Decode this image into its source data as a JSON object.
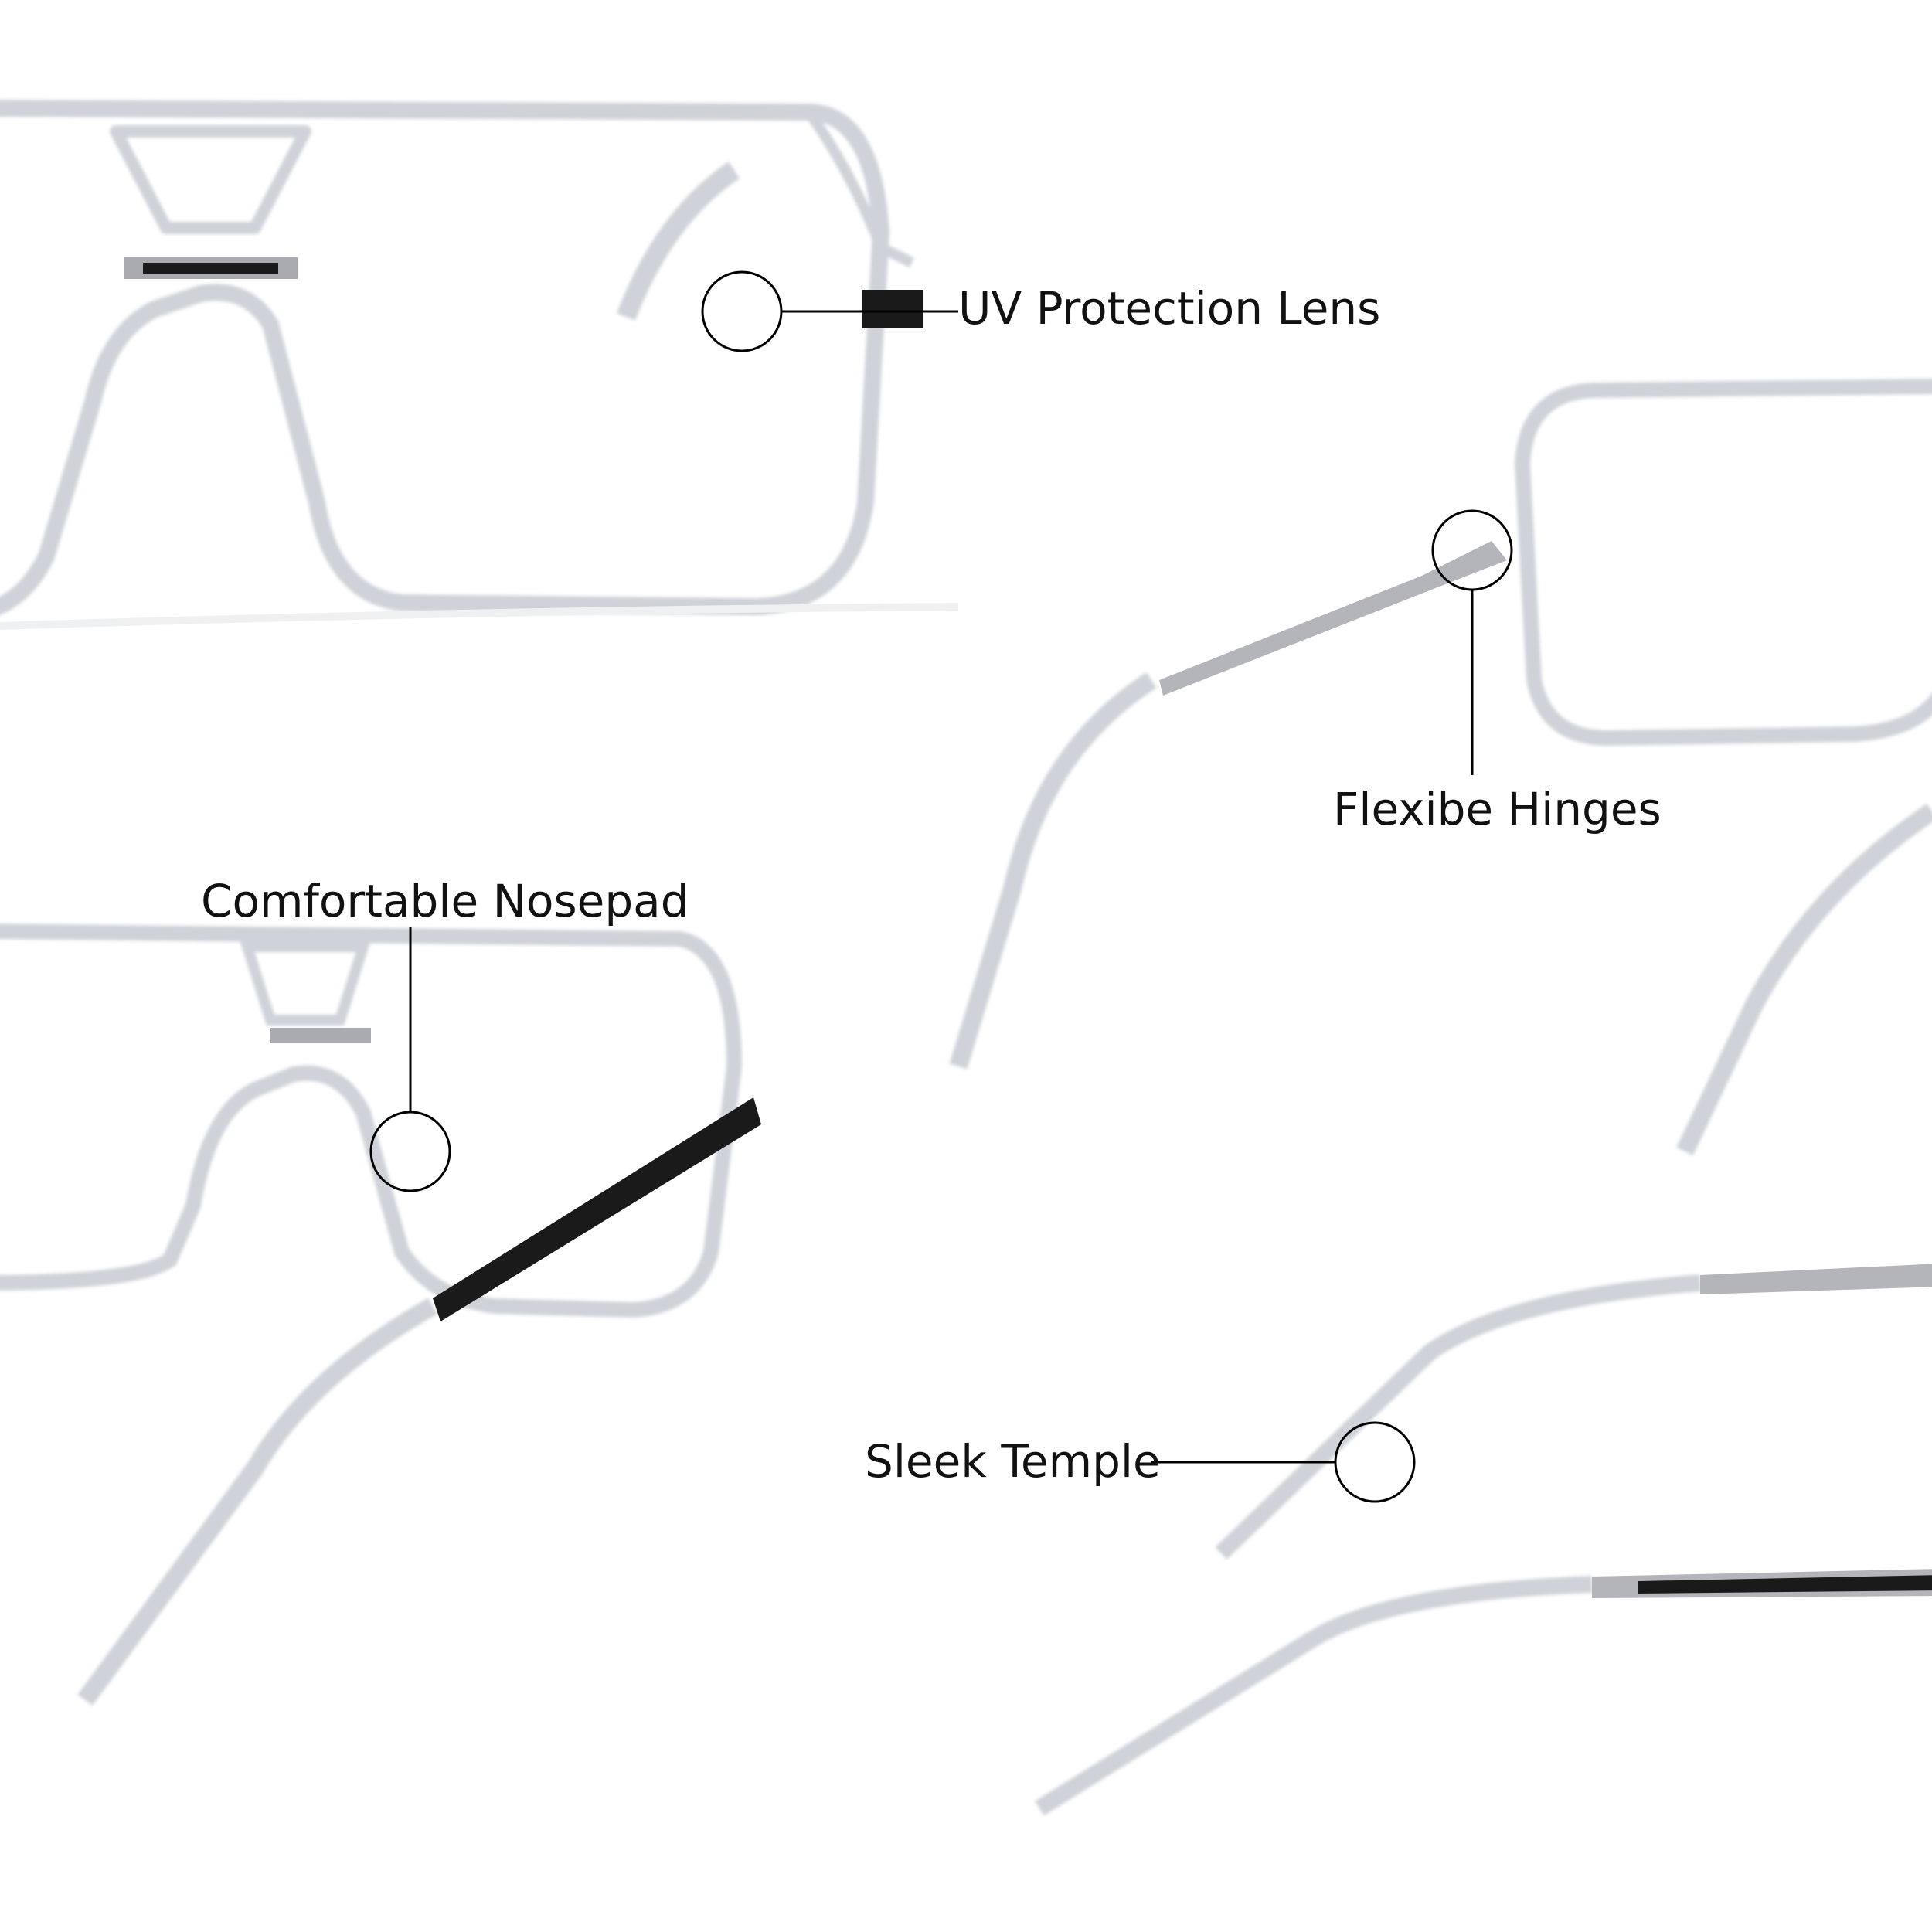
{
  "callouts": {
    "uv_lens": "UV Protection Lens",
    "hinges": "Flexibe Hinges",
    "nosepad": "Comfortable Nosepad",
    "temple": "Sleek Temple"
  },
  "colors": {
    "frame": "#d6d9de",
    "frame_edge": "#b8bcc4",
    "metal": "#a9abb0",
    "black_inlay": "#1a1a1a",
    "callout": "#000000"
  }
}
